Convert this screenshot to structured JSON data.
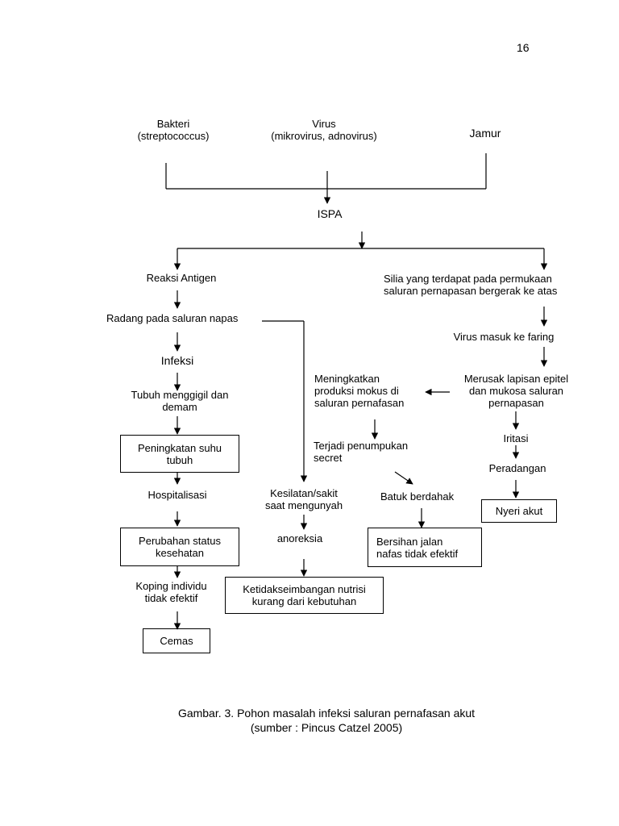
{
  "page_number": "16",
  "causes": {
    "bakteri": "Bakteri\n(streptococcus)",
    "virus": "Virus\n(mikrovirus, adnovirus)",
    "jamur": "Jamur"
  },
  "ispa": "ISPA",
  "left_branch": {
    "reaksi": "Reaksi Antigen",
    "radang": "Radang pada saluran napas",
    "infeksi": "Infeksi",
    "menggigil": "Tubuh menggigil dan\ndemam",
    "peningkatan_suhu": "Peningkatan suhu\ntubuh",
    "hospitalisasi": "Hospitalisasi",
    "perubahan_status": "Perubahan status\nkesehatan",
    "koping": "Koping individu\ntidak efektif",
    "cemas": "Cemas"
  },
  "middle_branch": {
    "kesilatan": "Kesilatan/sakit\nsaat mengunyah",
    "anoreksia": "anoreksia",
    "ketidakseimbangan": "Ketidakseimbangan nutrisi\nkurang dari kebutuhan",
    "meningkatkan_mokus": "Meningkatkan\nproduksi mokus di\nsaluran pernafasan",
    "penumpukan": "Terjadi penumpukan\nsecret",
    "batuk": "Batuk berdahak",
    "bersihan": "Bersihan jalan\nnafas tidak efektif"
  },
  "right_branch": {
    "silia": "Silia yang terdapat pada permukaan\nsaluran pernapasan bergerak ke atas",
    "virus_masuk": "Virus masuk ke faring",
    "merusak": "Merusak lapisan epitel\ndan mukosa saluran\npernapasan",
    "iritasi": "Iritasi",
    "peradangan": "Peradangan",
    "nyeri": "Nyeri akut"
  },
  "caption": {
    "line1": "Gambar. 3. Pohon masalah infeksi saluran pernafasan akut",
    "line2": "(sumber : Pincus Catzel 2005)"
  }
}
